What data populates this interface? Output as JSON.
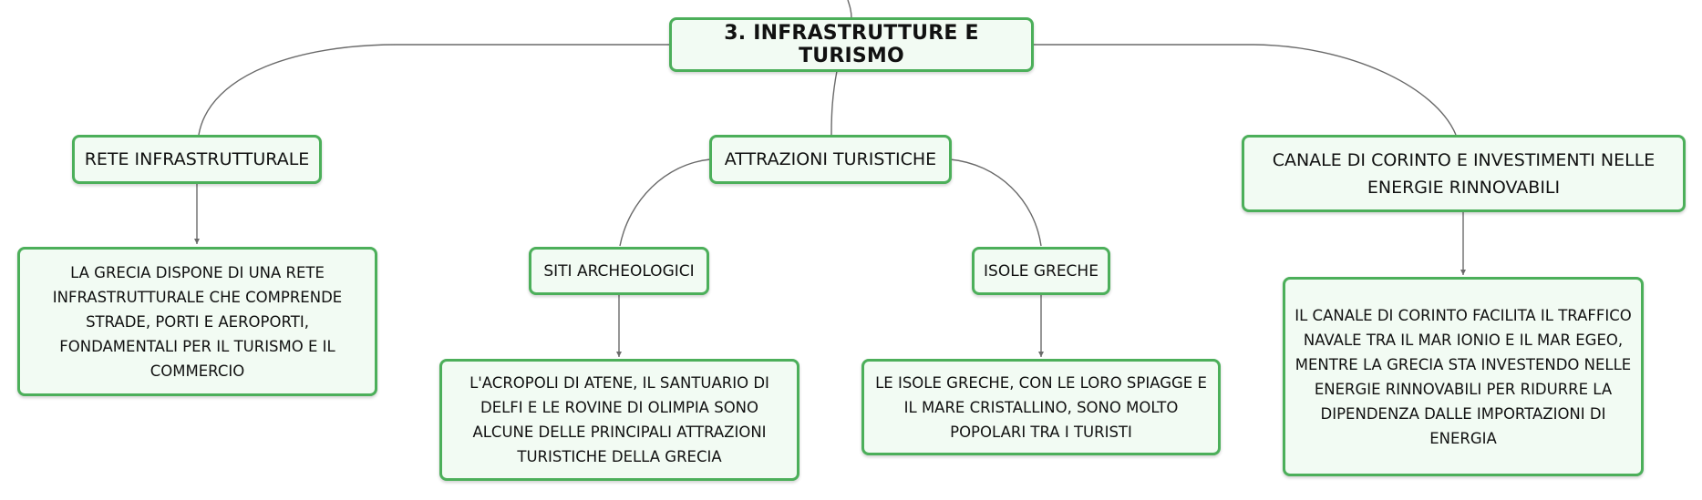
{
  "colors": {
    "border": "#4caf5a",
    "fill": "#f2fbf3",
    "line": "#6a6a6a"
  },
  "root": {
    "label": "3. INFRASTRUTTURE E TURISMO"
  },
  "topics": {
    "infrastructure": {
      "label": "RETE INFRASTRUTTURALE",
      "detail": "LA GRECIA DISPONE DI UNA RETE INFRASTRUTTURALE CHE COMPRENDE STRADE, PORTI E AEROPORTI, FONDAMENTALI PER IL TURISMO E IL COMMERCIO"
    },
    "attractions": {
      "label": "ATTRAZIONI TURISTICHE",
      "sites": {
        "label": "SITI ARCHEOLOGICI",
        "detail": "L'ACROPOLI DI ATENE, IL SANTUARIO DI DELFI E LE ROVINE DI OLIMPIA SONO ALCUNE DELLE PRINCIPALI ATTRAZIONI TURISTICHE DELLA GRECIA"
      },
      "islands": {
        "label": "ISOLE GRECHE",
        "detail": "LE ISOLE GRECHE, CON LE LORO SPIAGGE E IL MARE CRISTALLINO, SONO MOLTO POPOLARI TRA I TURISTI"
      }
    },
    "canal": {
      "label": "CANALE DI CORINTO E INVESTIMENTI NELLE ENERGIE RINNOVABILI",
      "detail": "IL CANALE DI CORINTO FACILITA IL TRAFFICO NAVALE TRA IL MAR IONIO E IL MAR EGEO, MENTRE LA GRECIA STA INVESTENDO NELLE ENERGIE RINNOVABILI PER RIDURRE LA DIPENDENZA DALLE IMPORTAZIONI DI ENERGIA"
    }
  }
}
